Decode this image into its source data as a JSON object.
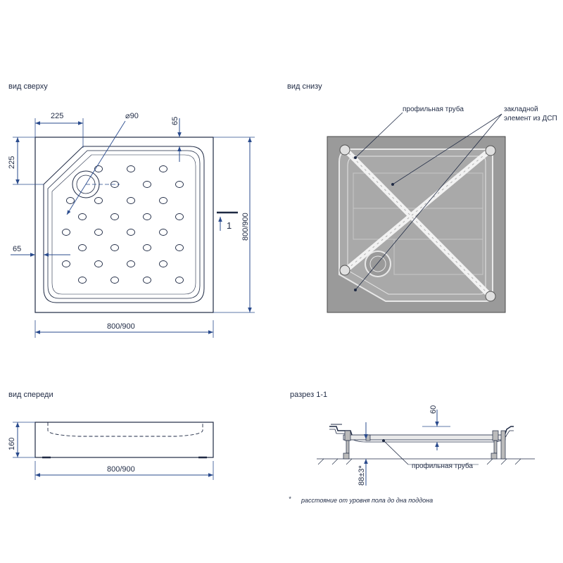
{
  "views": {
    "top": "вид сверху",
    "bottom": "вид снизу",
    "front": "вид спереди",
    "section": "разрез 1-1"
  },
  "dimensions": {
    "corner_width": "225",
    "corner_height": "225",
    "drain_diameter": "⌀90",
    "rim_top": "65",
    "rim_left": "65",
    "width_top": "800/900",
    "depth_top": "800/900",
    "section_marker": "1",
    "height_front": "160",
    "width_front": "800/900",
    "depth_section": "60",
    "floor_clearance": "88±3*"
  },
  "labels": {
    "profile_pipe": "профильная труба",
    "embedded_1": "закладной",
    "embedded_2": "элемент из ДСП",
    "profile_pipe_section": "профильная труба"
  },
  "footnote": {
    "mark": "*",
    "text": "расстояние от уровня пола до дна поддона"
  },
  "colors": {
    "line": "#1f2a44",
    "dimension": "#2a4b8d",
    "underside": "#9a9a9a"
  }
}
